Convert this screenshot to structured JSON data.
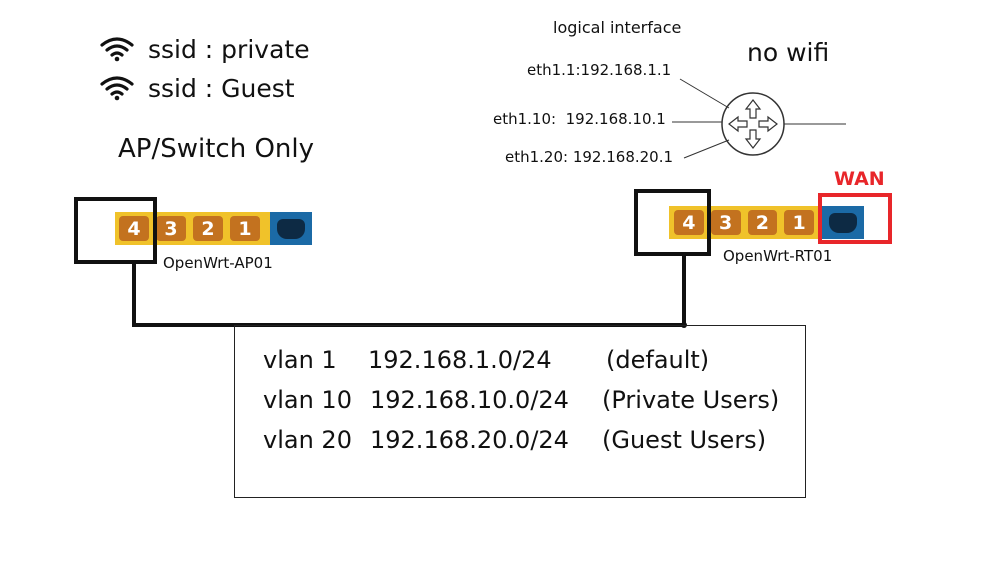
{
  "ap": {
    "ssids": [
      "ssid : private",
      "ssid : Guest"
    ],
    "caption": "AP/Switch Only",
    "ports": [
      "4",
      "3",
      "2",
      "1"
    ],
    "name": "OpenWrt-AP01"
  },
  "router": {
    "logical_title": "logical interface",
    "no_wifi": "no wifi",
    "interfaces": [
      "eth1.1:192.168.1.1",
      "eth1.10:",
      "192.168.10.1",
      "eth1.20: 192.168.20.1"
    ],
    "ports": [
      "4",
      "3",
      "2",
      "1"
    ],
    "wan_label": "WAN",
    "name": "OpenWrt-RT01"
  },
  "vlans": [
    {
      "id": "vlan 1",
      "subnet": "192.168.1.0/24",
      "note": "(default)"
    },
    {
      "id": "vlan 10",
      "subnet": "192.168.10.0/24",
      "note": "(Private Users)"
    },
    {
      "id": "vlan 20",
      "subnet": "192.168.20.0/24",
      "note": "(Guest Users)"
    }
  ],
  "colors": {
    "port_strip": "#f0c22a",
    "port": "#c3721f",
    "uplink": "#1b6aa6",
    "highlight": "#111111",
    "wan": "#e8262a"
  }
}
